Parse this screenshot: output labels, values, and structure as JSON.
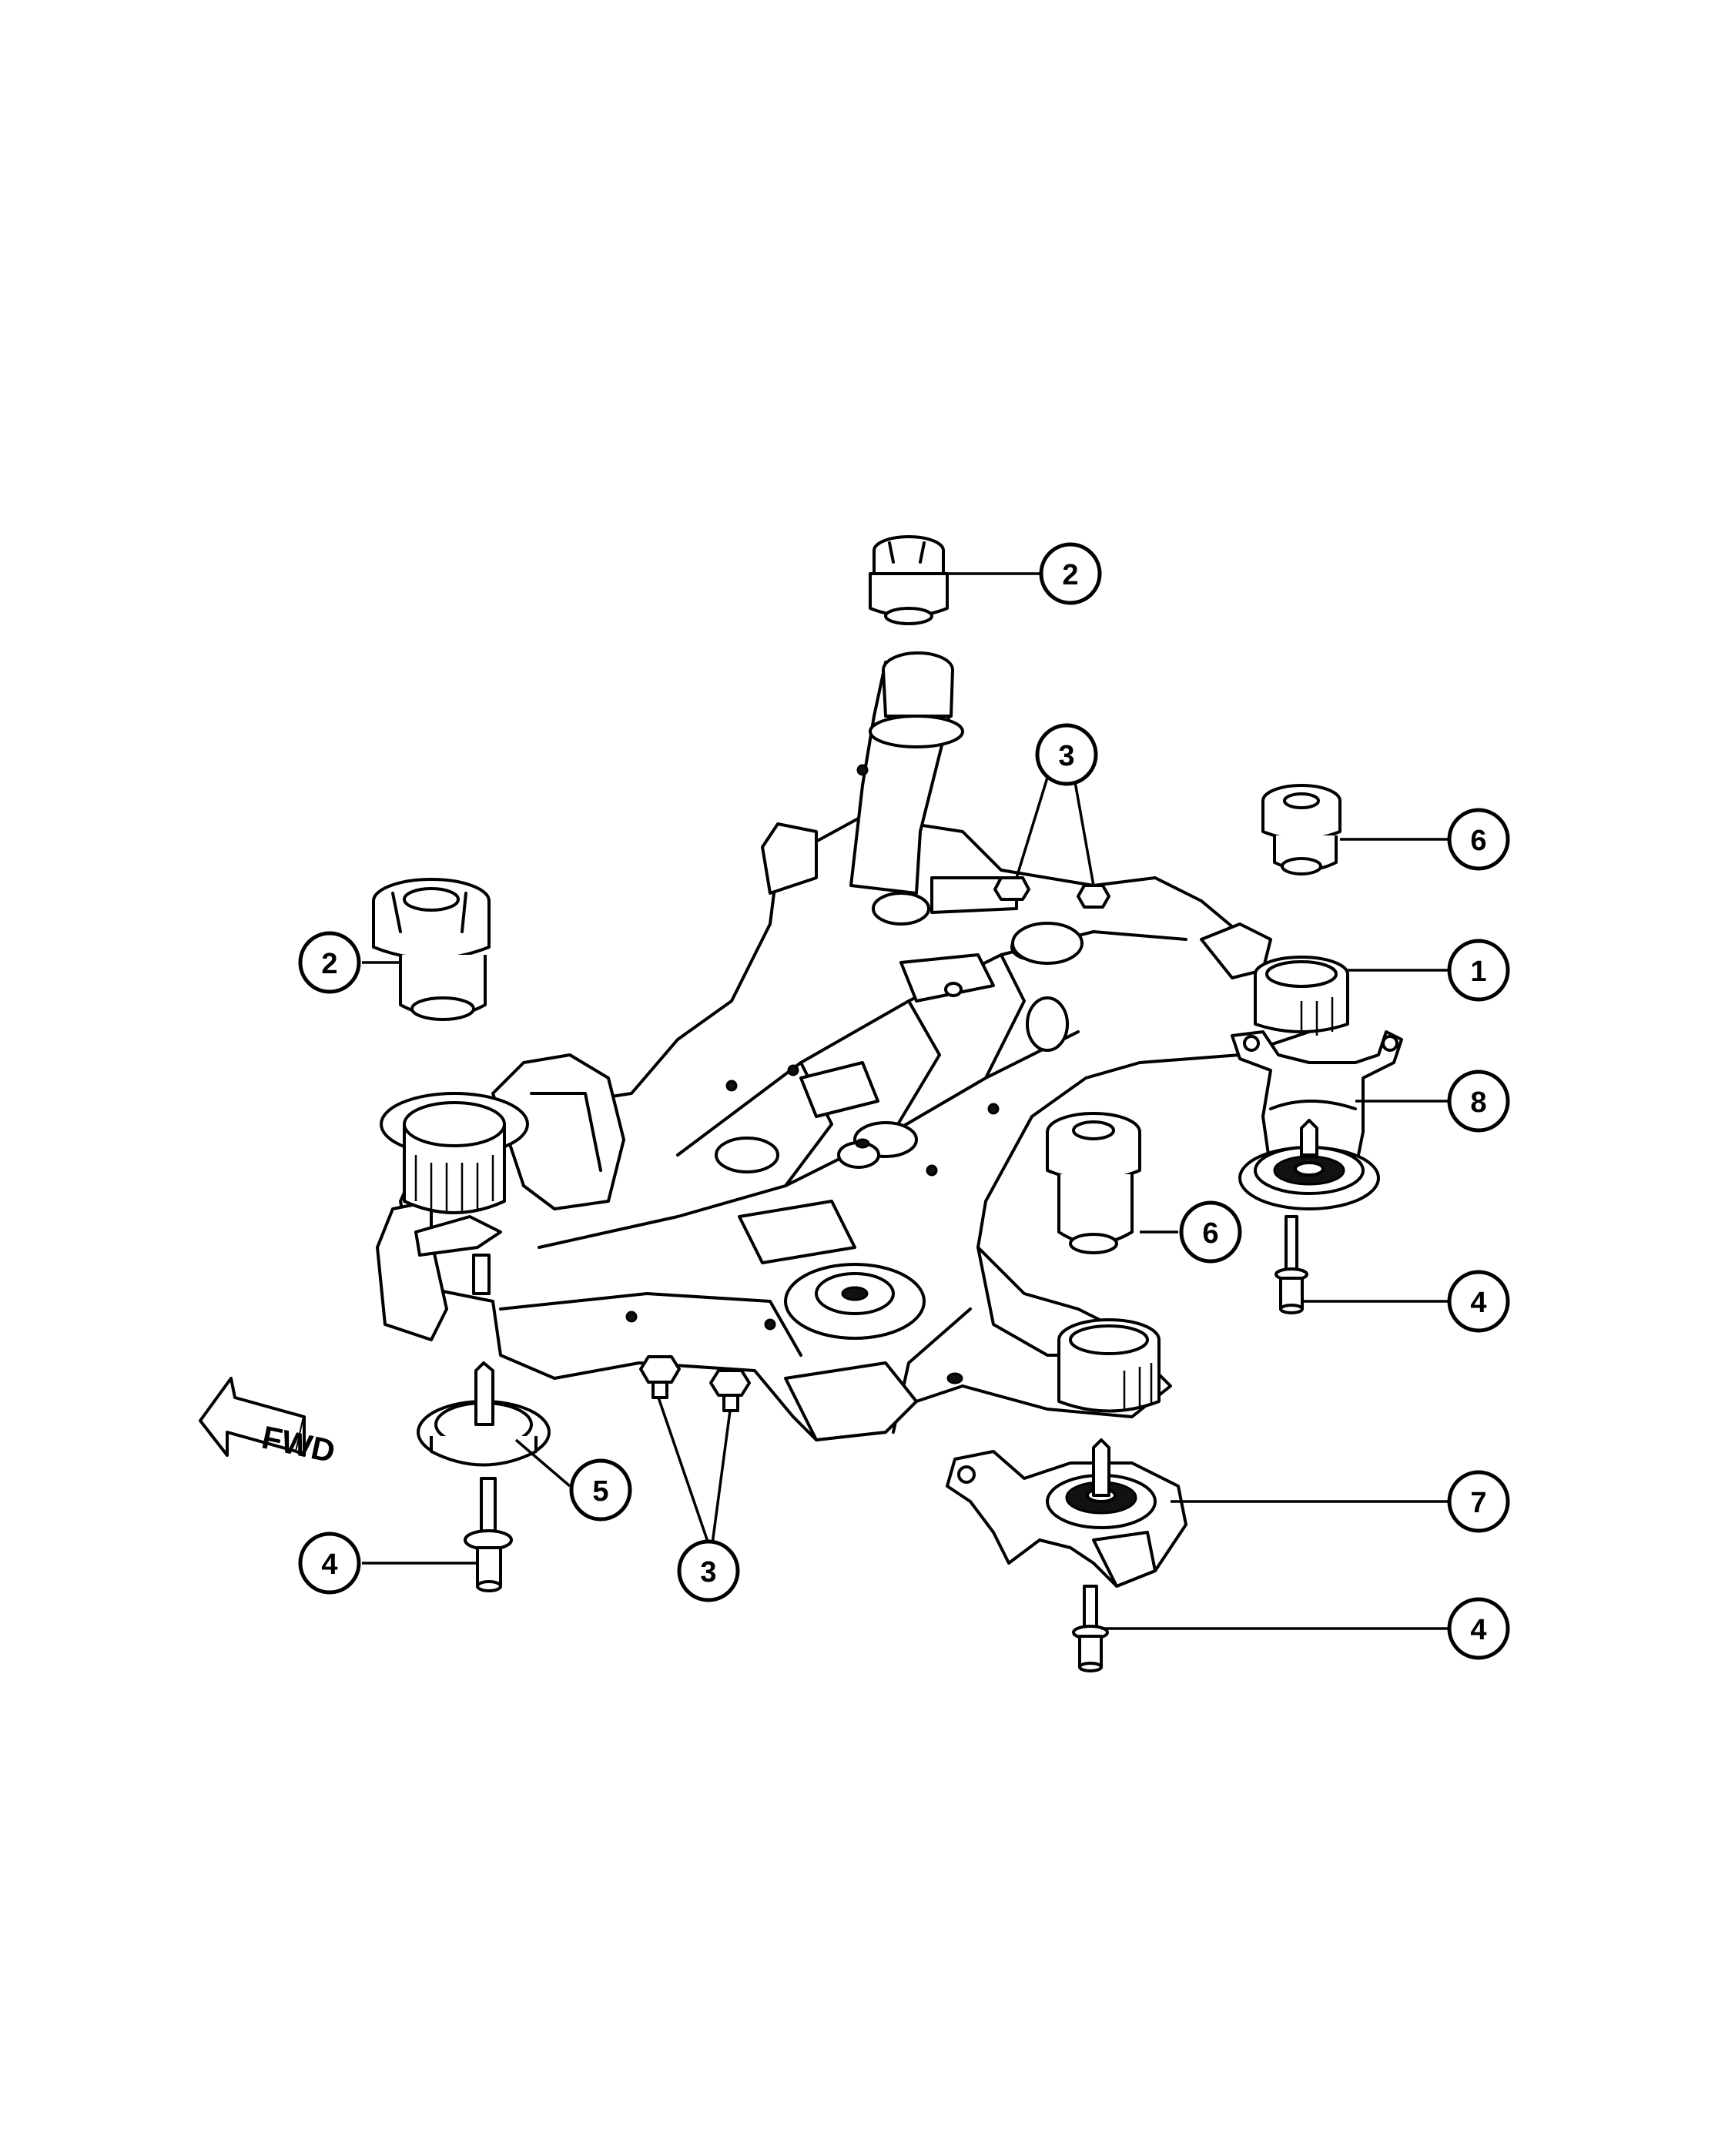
{
  "diagram": {
    "fwd_label": "FWD",
    "callouts": [
      {
        "id": "c1",
        "label": "1"
      },
      {
        "id": "c2a",
        "label": "2"
      },
      {
        "id": "c2b",
        "label": "2"
      },
      {
        "id": "c3a",
        "label": "3"
      },
      {
        "id": "c3b",
        "label": "3"
      },
      {
        "id": "c4a",
        "label": "4"
      },
      {
        "id": "c4b",
        "label": "4"
      },
      {
        "id": "c4c",
        "label": "4"
      },
      {
        "id": "c5",
        "label": "5"
      },
      {
        "id": "c6a",
        "label": "6"
      },
      {
        "id": "c6b",
        "label": "6"
      },
      {
        "id": "c7",
        "label": "7"
      },
      {
        "id": "c8",
        "label": "8"
      }
    ]
  }
}
